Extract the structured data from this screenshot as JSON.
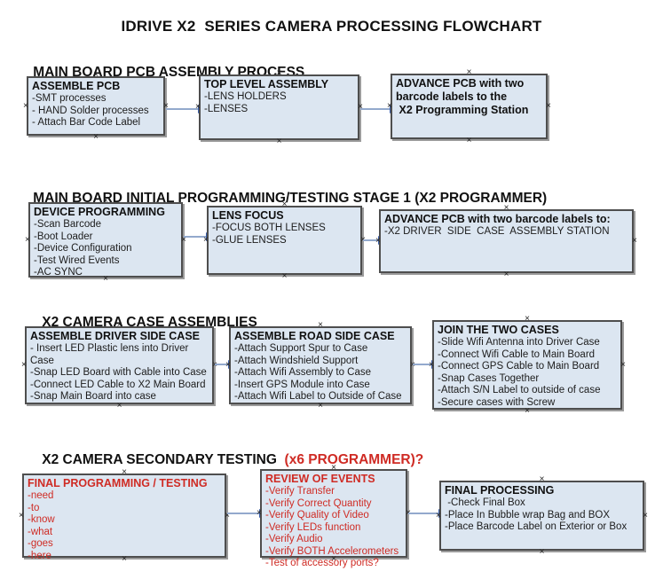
{
  "icons": {
    "anchor": "×"
  },
  "colors": {
    "box_fill": "#dce6f1",
    "box_border": "#4e4e4e",
    "box_shadow": "#9b9b9b",
    "arrow_line": "#93a9cd",
    "arrow_head": "#3a5da6",
    "red_text": "#cf2b24",
    "black_text": "#111111"
  },
  "title": "IDRIVE X2  SERIES CAMERA PROCESSING FLOWCHART",
  "sections": [
    {
      "heading": "MAIN BOARD PCB ASSEMBLY PROCESS",
      "boxes": [
        {
          "title": "ASSEMBLE PCB",
          "items": [
            "-SMT processes",
            "- HAND Solder processes",
            "- Attach Bar Code Label"
          ]
        },
        {
          "title": "TOP LEVEL ASSEMBLY",
          "items": [
            "-LENS HOLDERS",
            "-LENSES"
          ]
        },
        {
          "title": "ADVANCE PCB with two\nbarcode labels to the\n X2 Programming Station",
          "items": []
        }
      ]
    },
    {
      "heading": "MAIN BOARD INITIAL PROGRAMMING/TESTING STAGE 1 (X2 PROGRAMMER)",
      "boxes": [
        {
          "title": "DEVICE PROGRAMMING",
          "items": [
            "-Scan Barcode",
            "-Boot Loader",
            "-Device Configuration",
            "-Test Wired Events",
            "-AC SYNC"
          ]
        },
        {
          "title": "LENS FOCUS",
          "items": [
            "-FOCUS BOTH LENSES",
            "-GLUE LENSES"
          ]
        },
        {
          "title": "ADVANCE PCB with two barcode labels to:",
          "items": [
            "-X2 DRIVER  SIDE  CASE  ASSEMBLY STATION"
          ]
        }
      ]
    },
    {
      "heading": "X2 CAMERA CASE ASSEMBLIES",
      "boxes": [
        {
          "title": "ASSEMBLE DRIVER SIDE CASE",
          "items": [
            "- Insert LED Plastic lens into Driver Case",
            "-Snap LED Board with Cable into Case",
            "-Connect LED Cable to X2 Main Board",
            "-Snap Main Board into case"
          ]
        },
        {
          "title": "ASSEMBLE ROAD SIDE CASE",
          "items": [
            "-Attach Support Spur to Case",
            "-Attach Windshield Support",
            "-Attach Wifi Assembly to Case",
            "-Insert GPS Module into Case",
            "-Attach Wifi Label to Outside of Case"
          ]
        },
        {
          "title": "JOIN THE TWO CASES",
          "items": [
            "-Slide Wifi Antenna into Driver Case",
            "-Connect Wifi Cable to Main Board",
            "-Connect GPS Cable to Main Board",
            "-Snap Cases Together",
            "-Attach S/N Label to outside of case",
            "-Secure cases with Screw"
          ]
        }
      ]
    },
    {
      "heading": "X2 CAMERA SECONDARY TESTING  ",
      "heading_red": "(x6 PROGRAMMER)?",
      "boxes": [
        {
          "title": "FINAL PROGRAMMING / TESTING",
          "red": true,
          "items": [
            "-need",
            "-to",
            "-know",
            "-what",
            "-goes",
            "-here"
          ]
        },
        {
          "title": "REVIEW OF EVENTS",
          "red": true,
          "items": [
            "-Verify Transfer",
            "-Verify Correct Quantity",
            "-Verify Quality of Video",
            "-Verify LEDs function",
            "-Verify Audio",
            "-Verify BOTH Accelerometers",
            "-Test of accessory ports?"
          ]
        },
        {
          "title": "FINAL PROCESSING",
          "items": [
            " -Check Final Box",
            "-Place In Bubble wrap Bag and BOX",
            "-Place Barcode Label on Exterior or Box"
          ]
        }
      ]
    }
  ]
}
